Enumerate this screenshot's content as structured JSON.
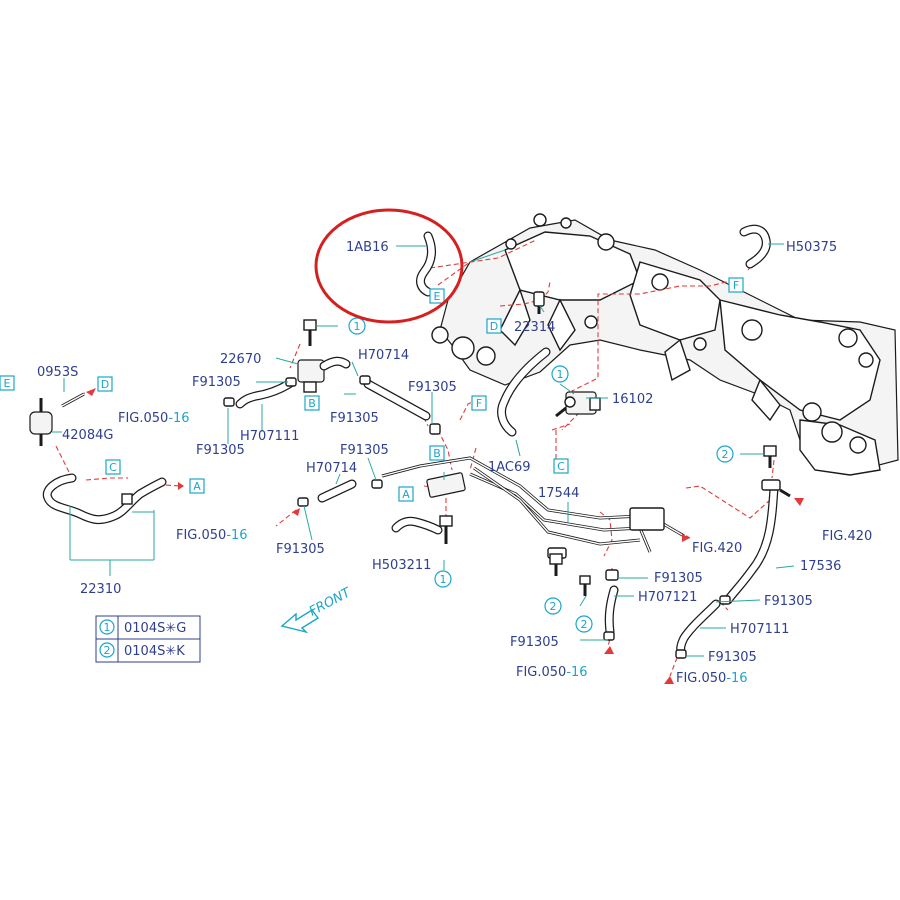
{
  "labels": {
    "p_1AB16": "1AB16",
    "p_H50375": "H50375",
    "p_22314": "22314",
    "p_22670": "22670",
    "p_H70714_a": "H70714",
    "p_0953S": "0953S",
    "p_F91305_1": "F91305",
    "p_F91305_2": "F91305",
    "p_F91305_3": "F91305",
    "p_F91305_4": "F91305",
    "p_F91305_5": "F91305",
    "p_F91305_6": "F91305",
    "p_F91305_7": "F91305",
    "p_F91305_8": "F91305",
    "p_F91305_9": "F91305",
    "p_F91305_10": "F91305",
    "p_42084G": "42084G",
    "p_H707111_a": "H707111",
    "p_16102": "16102",
    "p_1AC69": "1AC69",
    "p_H70714_b": "H70714",
    "p_17544": "17544",
    "p_22310": "22310",
    "p_H503211": "H503211",
    "p_17536": "17536",
    "p_H707121": "H707121",
    "p_H707111_b": "H707111"
  },
  "figs": {
    "fig1_main": "FIG.050",
    "fig1_suffix": "-16",
    "fig2_main": "FIG.050",
    "fig2_suffix": "-16",
    "fig3_main": "FIG.050",
    "fig3_suffix": "-16",
    "fig4_main": "FIG.050",
    "fig4_suffix": "-16",
    "fig5": "FIG.420",
    "fig6": "FIG.420"
  },
  "refs": {
    "A": "A",
    "B": "B",
    "C": "C",
    "D": "D",
    "E": "E",
    "F": "F",
    "one": "1",
    "two": "2"
  },
  "legend": {
    "row1_key": "1",
    "row1_value": "0104S✳G",
    "row2_key": "2",
    "row2_value": "0104S✳K"
  },
  "front_label": "FRONT",
  "colors": {
    "part_number": "#2f3f8f",
    "reference_marker": "#1aa6c8",
    "leader_line": "#2aa9a0",
    "connection_dash": "#e23a3a",
    "highlight_circle": "#d62020"
  }
}
